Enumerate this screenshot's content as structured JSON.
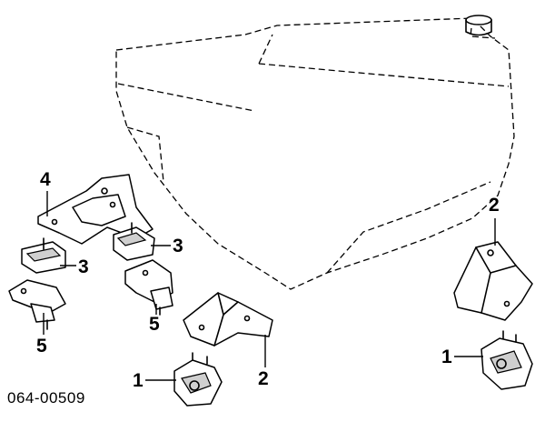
{
  "diagram": {
    "code": "064-00509",
    "callouts": [
      {
        "id": "c4",
        "label": "4"
      },
      {
        "id": "c3a",
        "label": "3"
      },
      {
        "id": "c3b",
        "label": "3"
      },
      {
        "id": "c5a",
        "label": "5"
      },
      {
        "id": "c5b",
        "label": "5"
      },
      {
        "id": "c2a",
        "label": "2"
      },
      {
        "id": "c2b",
        "label": "2"
      },
      {
        "id": "c1a",
        "label": "1"
      },
      {
        "id": "c1b",
        "label": "1"
      }
    ]
  }
}
